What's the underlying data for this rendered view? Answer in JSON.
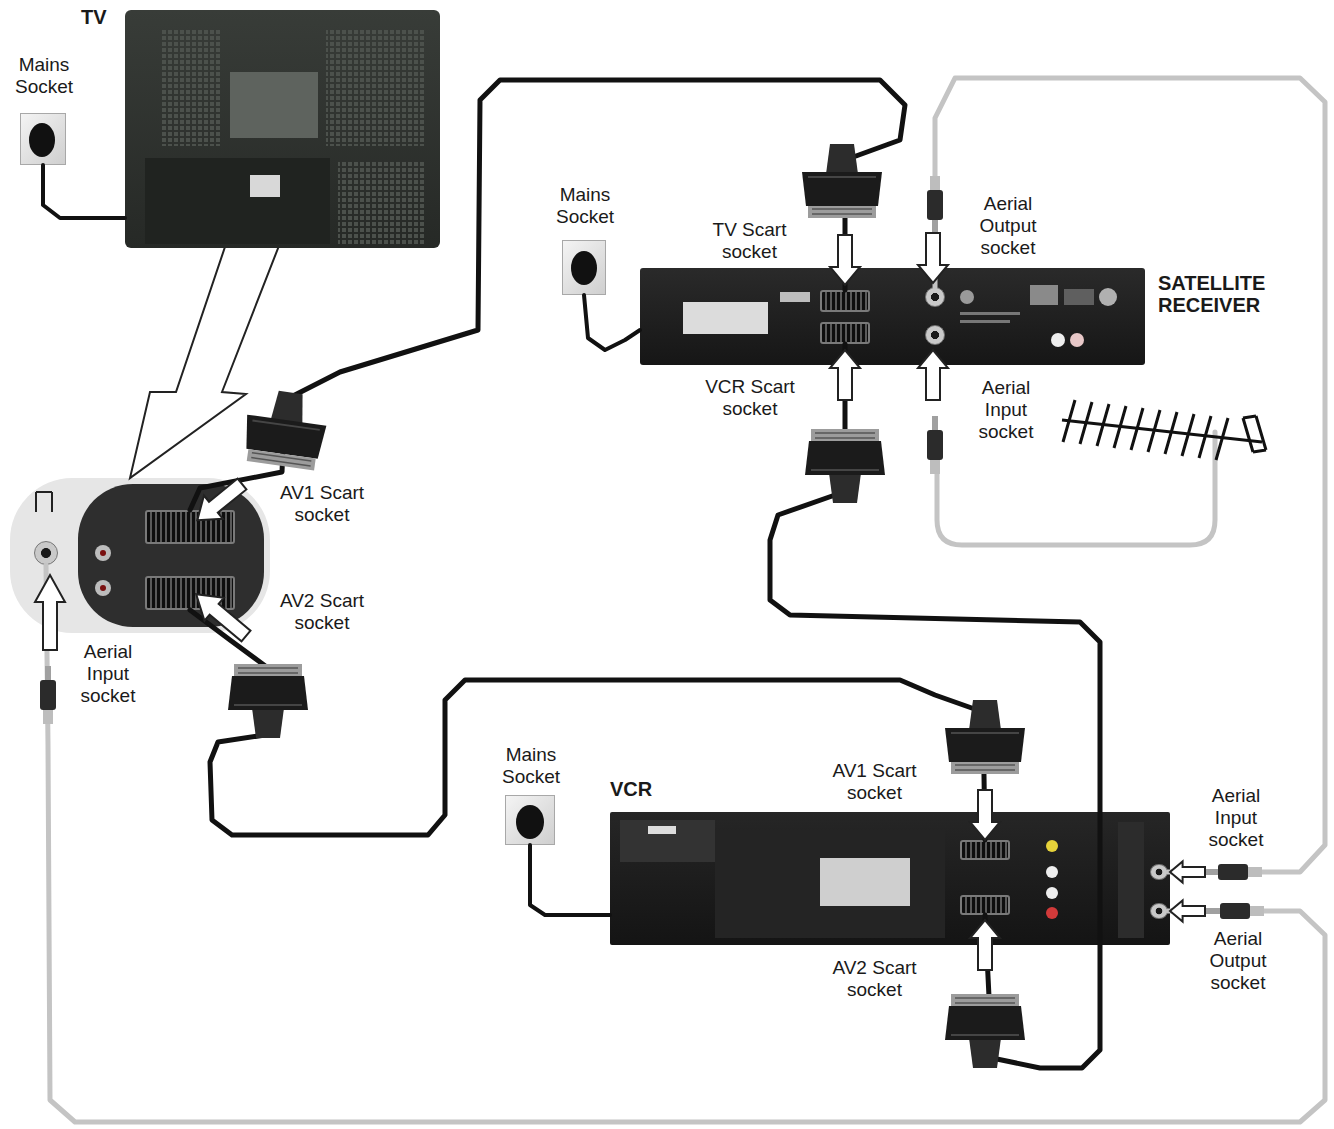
{
  "diagram": {
    "nodes": [
      {
        "text": [
          "TV"
        ]
      },
      {
        "text": [
          "Mains Socket"
        ]
      },
      {
        "text": [
          "Mains Socket"
        ]
      },
      {
        "text": [
          "SATELLITE RECEIVER"
        ]
      },
      {
        "text": [
          "TV Scart socket"
        ],
        "in": 3
      },
      {
        "text": [
          "Aerial Output socket"
        ],
        "in": 3
      },
      {
        "text": [
          "VCR Scart socket"
        ],
        "in": 3
      },
      {
        "text": [
          "Aerial Input socket"
        ],
        "in": 3
      },
      {
        "text": [
          "AV1 Scart socket"
        ]
      },
      {
        "text": [
          "AV2 Scart socket"
        ]
      },
      {
        "text": [
          "Aerial Input socket"
        ]
      },
      {
        "text": [
          "Mains Socket"
        ]
      },
      {
        "text": [
          "VCR"
        ]
      },
      {
        "text": [
          "AV1 Scart socket"
        ],
        "in": 12
      },
      {
        "text": [
          "Aerial Input socket"
        ],
        "in": 12
      },
      {
        "text": [
          "Aerial Output socket"
        ],
        "in": 12
      },
      {
        "text": [
          "AV2 Scart socket"
        ],
        "in": 12
      }
    ],
    "edges": [
      {
        "from": 1,
        "to": 0,
        "arrow": "none"
      },
      {
        "from": 2,
        "to": 3,
        "arrow": "none"
      },
      {
        "from": 8,
        "to": 4,
        "arrow": "none"
      },
      {
        "from": 6,
        "to": 16,
        "arrow": "none"
      },
      {
        "from": 9,
        "to": 13,
        "arrow": "none"
      },
      {
        "from": 5,
        "to": 14,
        "arrow": "none"
      },
      {
        "from": 15,
        "to": 10,
        "arrow": "none"
      },
      {
        "from": 11,
        "to": 12,
        "arrow": "none"
      }
    ]
  }
}
